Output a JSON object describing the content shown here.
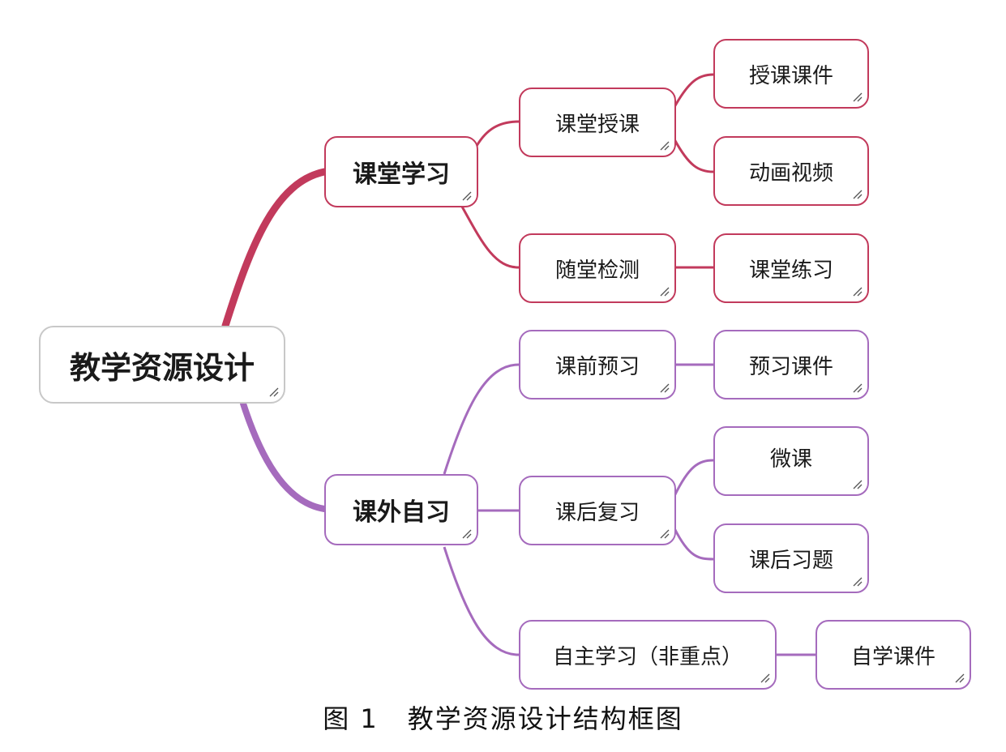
{
  "colors": {
    "red_branch": "#c23a5c",
    "purple_branch": "#a56bbd",
    "root_border": "#c8c8c8"
  },
  "root": {
    "label": "教学资源设计"
  },
  "branch1": {
    "label": "课堂学习",
    "children": [
      {
        "label": "课堂授课",
        "children": [
          "授课课件",
          "动画视频"
        ]
      },
      {
        "label": "随堂检测",
        "children": [
          "课堂练习"
        ]
      }
    ]
  },
  "branch2": {
    "label": "课外自习",
    "children": [
      {
        "label": "课前预习",
        "children": [
          "预习课件"
        ]
      },
      {
        "label": "课后复习",
        "children": [
          "微课",
          "课后习题"
        ]
      },
      {
        "label": "自主学习（非重点）",
        "children": [
          "自学课件"
        ]
      }
    ]
  },
  "caption": {
    "number": "图 1",
    "text": "教学资源设计结构框图"
  }
}
